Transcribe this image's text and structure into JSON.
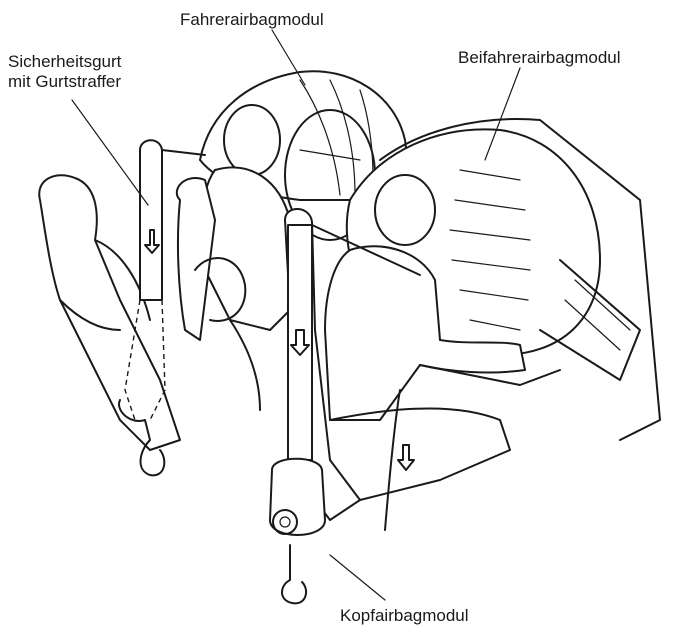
{
  "labels": {
    "driver_airbag": "Fahrerairbagmodul",
    "passenger_airbag": "Beifahrerairbagmodul",
    "seatbelt_line1": "Sicherheitsgurt",
    "seatbelt_line2": "mit Gurtstraffer",
    "curtain_airbag": "Kopfairbagmodul"
  },
  "colors": {
    "line": "#1a1a1a",
    "background": "#ffffff"
  }
}
